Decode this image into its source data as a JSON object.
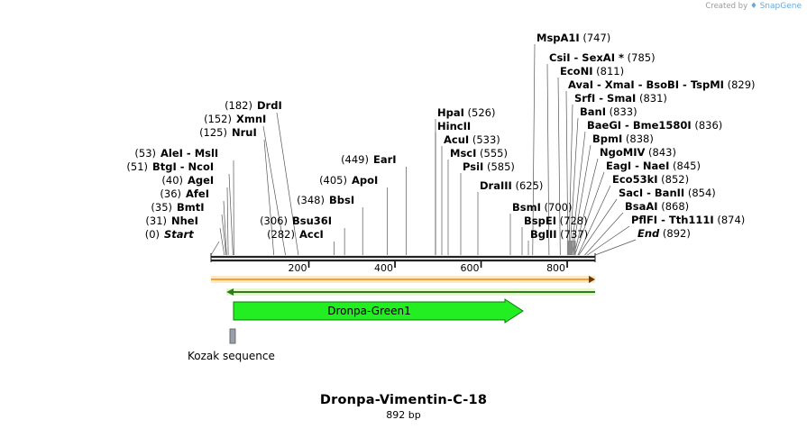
{
  "credit": {
    "prefix": "Created by",
    "brand": "SnapGene"
  },
  "title": "Dronpa-Vimentin-C-18",
  "subtitle": "892 bp",
  "colors": {
    "feature_green": "#22ee22",
    "primer_orange": "#f2a23a",
    "ruler": "#222222",
    "kozak": "#9aa0aa"
  },
  "sequence_length": 892,
  "ruler_ticks": [
    {
      "value": 200,
      "label": "200"
    },
    {
      "value": 400,
      "label": "400"
    },
    {
      "value": 600,
      "label": "600"
    },
    {
      "value": 800,
      "label": "800"
    }
  ],
  "sites_left": [
    {
      "pos": "(182)",
      "names": [
        "DrdI"
      ],
      "at": 182
    },
    {
      "pos": "(152)",
      "names": [
        "XmnI"
      ],
      "at": 152
    },
    {
      "pos": "(125)",
      "names": [
        "NruI"
      ],
      "at": 125
    },
    {
      "pos": "(53)",
      "names": [
        "AleI",
        "MslI"
      ],
      "at": 53
    },
    {
      "pos": "(51)",
      "names": [
        "BtgI",
        "NcoI"
      ],
      "at": 51
    },
    {
      "pos": "(40)",
      "names": [
        "AgeI"
      ],
      "at": 40
    },
    {
      "pos": "(36)",
      "names": [
        "AfeI"
      ],
      "at": 36
    },
    {
      "pos": "(35)",
      "names": [
        "BmtI"
      ],
      "at": 35
    },
    {
      "pos": "(31)",
      "names": [
        "NheI"
      ],
      "at": 31
    },
    {
      "pos": "(0)",
      "names": [
        "Start"
      ],
      "at": 0,
      "italic": true
    },
    {
      "pos": "(449)",
      "names": [
        "EarI"
      ],
      "at": 449
    },
    {
      "pos": "(405)",
      "names": [
        "ApoI"
      ],
      "at": 405
    },
    {
      "pos": "(348)",
      "names": [
        "BbsI"
      ],
      "at": 348
    },
    {
      "pos": "(306)",
      "names": [
        "Bsu36I"
      ],
      "at": 306
    },
    {
      "pos": "(282)",
      "names": [
        "AccI"
      ],
      "at": 282
    }
  ],
  "sites_right": [
    {
      "names": [
        "MspA1I"
      ],
      "pos": "(747)",
      "at": 747
    },
    {
      "names": [
        "CsiI",
        "SexAI *"
      ],
      "pos": "(785)",
      "at": 785
    },
    {
      "names": [
        "EcoNI"
      ],
      "pos": "(811)",
      "at": 811
    },
    {
      "names": [
        "AvaI",
        "XmaI",
        "BsoBI",
        "TspMI"
      ],
      "pos": "(829)",
      "at": 829
    },
    {
      "names": [
        "SrfI",
        "SmaI"
      ],
      "pos": "(831)",
      "at": 831
    },
    {
      "names": [
        "BanI"
      ],
      "pos": "(833)",
      "at": 833
    },
    {
      "names": [
        "BaeGI",
        "Bme1580I"
      ],
      "pos": "(836)",
      "at": 836
    },
    {
      "names": [
        "BpmI"
      ],
      "pos": "(838)",
      "at": 838
    },
    {
      "names": [
        "NgoMIV"
      ],
      "pos": "(843)",
      "at": 843
    },
    {
      "names": [
        "EagI",
        "NaeI"
      ],
      "pos": "(845)",
      "at": 845
    },
    {
      "names": [
        "Eco53kI"
      ],
      "pos": "(852)",
      "at": 852
    },
    {
      "names": [
        "SacI",
        "BanII"
      ],
      "pos": "(854)",
      "at": 854
    },
    {
      "names": [
        "BsaAI"
      ],
      "pos": "(868)",
      "at": 868
    },
    {
      "names": [
        "PflFI",
        "Tth111I"
      ],
      "pos": "(874)",
      "at": 874
    },
    {
      "names": [
        "End"
      ],
      "pos": "(892)",
      "at": 892,
      "italic": true
    },
    {
      "names": [
        "HpaI"
      ],
      "pos": "(526)",
      "at": 526
    },
    {
      "names": [
        "HincII"
      ],
      "pos": "",
      "at": 526
    },
    {
      "names": [
        "AcuI"
      ],
      "pos": "(533)",
      "at": 533
    },
    {
      "names": [
        "MscI"
      ],
      "pos": "(555)",
      "at": 555
    },
    {
      "names": [
        "PsiI"
      ],
      "pos": "(585)",
      "at": 585
    },
    {
      "names": [
        "DraIII"
      ],
      "pos": "(625)",
      "at": 625
    },
    {
      "names": [
        "BsmI"
      ],
      "pos": "(700)",
      "at": 700
    },
    {
      "names": [
        "BspEI"
      ],
      "pos": "(728)",
      "at": 728
    },
    {
      "names": [
        "BglII"
      ],
      "pos": "(737)",
      "at": 737
    }
  ],
  "features": [
    {
      "name": "Dronpa-Green1",
      "start": 55,
      "end": 726,
      "strand": "forward"
    },
    {
      "name": "Kozak sequence",
      "start": 45,
      "end": 54
    }
  ],
  "primer_bar": {
    "start": 0,
    "end": 892
  },
  "complement_bar": {
    "start": 40,
    "end": 892
  }
}
